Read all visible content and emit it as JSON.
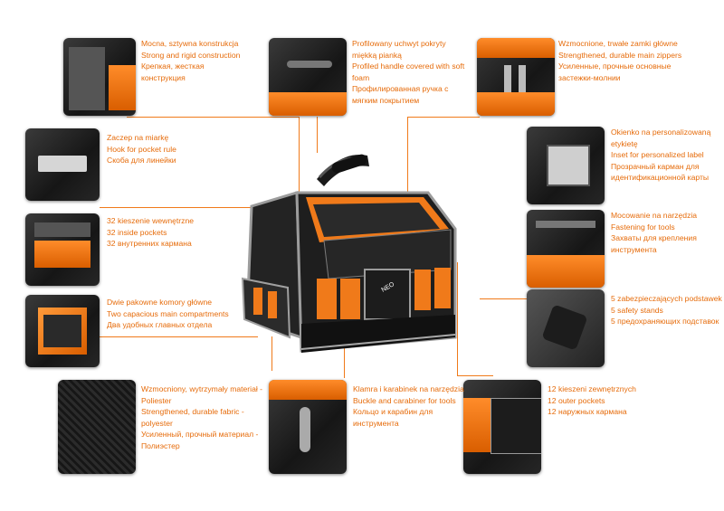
{
  "features": [
    {
      "id": "construction",
      "lines": [
        "Mocna, sztywna konstrukcja",
        "Strong and rigid construction",
        "Крепкая, жесткая",
        "конструкция"
      ]
    },
    {
      "id": "handle",
      "lines": [
        "Profilowany uchwyt pokryty",
        "miękką pianką",
        "Profiled handle covered with soft",
        "foam",
        "Профилированная ручка с",
        "мягким покрытием"
      ]
    },
    {
      "id": "zippers",
      "lines": [
        "Wzmocnione, trwałe zamki główne",
        "Strengthened, durable main zippers",
        "Усиленные, прочные основные",
        "застежки-молнии"
      ]
    },
    {
      "id": "hook",
      "lines": [
        "Zaczep na miarkę",
        "Hook for pocket rule",
        "Скоба для линейки"
      ]
    },
    {
      "id": "label",
      "lines": [
        "Okienko na personalizowaną",
        "etykietę",
        "Inset for personalized label",
        "Прозрачный карман для",
        "идентификационной карты"
      ]
    },
    {
      "id": "inside-pockets",
      "lines": [
        "32 kieszenie wewnętrzne",
        "32 inside pockets",
        "32 внутренних кармана"
      ]
    },
    {
      "id": "tool-mount",
      "lines": [
        "Mocowanie na narzędzia",
        "Fastening for tools",
        "Захваты для крепления",
        "инструмента"
      ]
    },
    {
      "id": "compartments",
      "lines": [
        "Dwie pakowne komory główne",
        "Two capacious main compartments",
        "Два удобных главных отдела"
      ]
    },
    {
      "id": "stands",
      "lines": [
        "5 zabezpieczających podstawek",
        "5 safety stands",
        "5 предохраняющих подставок"
      ]
    },
    {
      "id": "fabric",
      "lines": [
        "Wzmocniony, wytrzymały materiał -",
        "Poliester",
        "Strengthened, durable fabric -",
        "polyester",
        "Усиленный, прочный материал -",
        "Полиэстер"
      ]
    },
    {
      "id": "buckle",
      "lines": [
        "Klamra i karabinek na narzędzia",
        "Buckle and carabiner for tools",
        "Кольцо и карабин для",
        "инструмента"
      ]
    },
    {
      "id": "outer-pockets",
      "lines": [
        "12 kieszeni zewnętrznych",
        "12 outer pockets",
        "12 наружных кармана"
      ]
    }
  ],
  "brand": "NEO",
  "colors": {
    "accent": "#e66b0a",
    "line": "#f07a1a",
    "bag_dark": "#1e1e1e",
    "bag_orange": "#f07a1a"
  }
}
